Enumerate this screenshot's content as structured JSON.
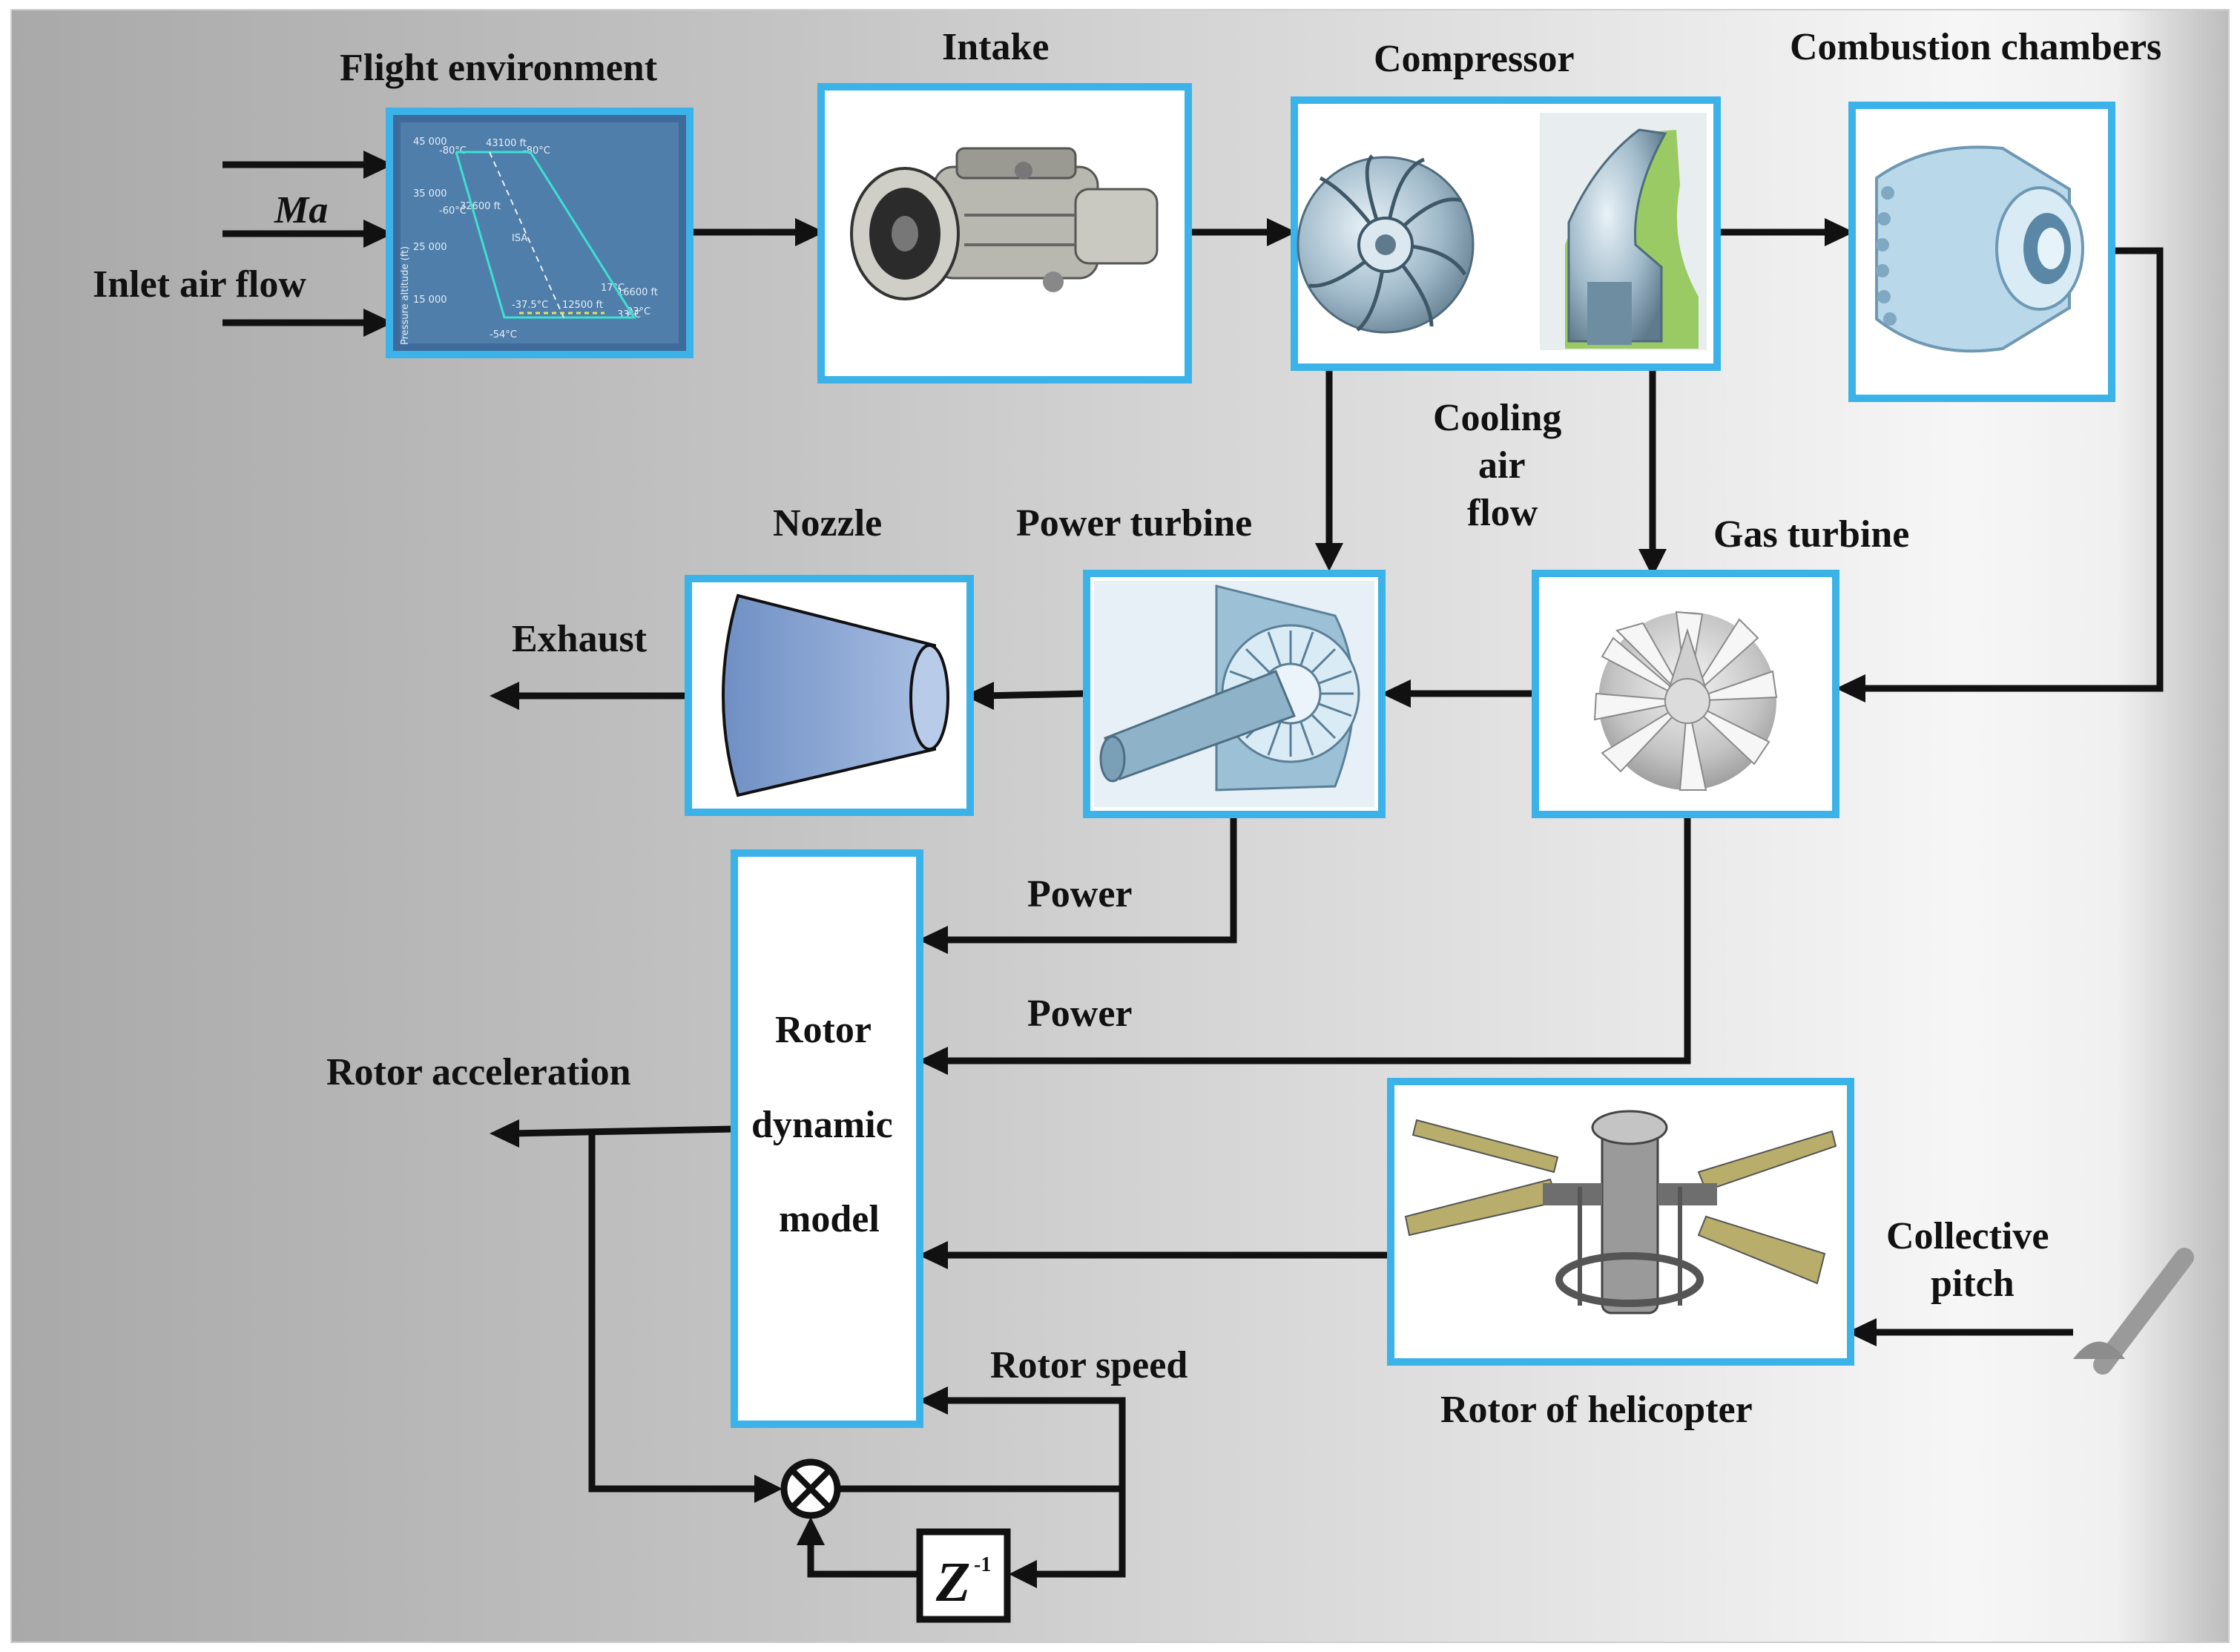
{
  "labels": {
    "flight_environment": "Flight environment",
    "intake": "Intake",
    "compressor": "Compressor",
    "combustion_chambers": "Combustion chambers",
    "ma": "Ma",
    "inlet_air_flow": "Inlet air flow",
    "cooling_air_flow_1": "Cooling",
    "cooling_air_flow_2": "air",
    "cooling_air_flow_3": "flow",
    "nozzle": "Nozzle",
    "power_turbine": "Power turbine",
    "gas_turbine": "Gas turbine",
    "exhaust": "Exhaust",
    "power_1": "Power",
    "power_2": "Power",
    "rotor_model_1": "Rotor",
    "rotor_model_2": "dynamic",
    "rotor_model_3": "model",
    "rotor_acceleration": "Rotor acceleration",
    "rotor_speed": "Rotor speed",
    "rotor_of_helicopter": "Rotor of helicopter",
    "collective_pitch_1": "Collective",
    "collective_pitch_2": "pitch",
    "delay_z": "Z",
    "delay_exp": "-1"
  },
  "flight_chart": {
    "y_ticks": [
      "45 000",
      "35 000",
      "25 000",
      "15 000"
    ],
    "y_axis_label": "Pressure altitude (ft)",
    "annotations": [
      "43100 ft",
      "32600 ft",
      "ISA",
      "16600 ft",
      "12500 ft",
      "-80°C",
      "-60°C",
      "-80°C",
      "-37.5°C",
      "17°C",
      "23°C",
      "-54°C",
      "33°C"
    ]
  },
  "colors": {
    "box_border": "#3bb3e8",
    "arrow": "#111111",
    "chart_bg": "#3f6b9a",
    "metal": "#9fb9c9"
  }
}
